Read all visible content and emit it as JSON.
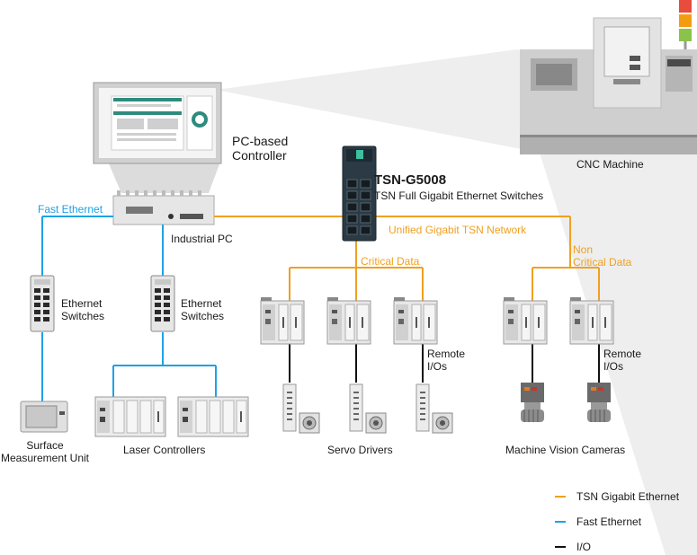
{
  "pc_controller": "PC-based\nController",
  "industrial_pc": "Industrial PC",
  "cnc_machine": "CNC Machine",
  "switch_model": "TSN-G5008",
  "switch_desc": "TSN Full Gigabit Ethernet Switches",
  "fast_ethernet": "Fast Ethernet",
  "tsn_network": "Unified Gigabit TSN Network",
  "critical_data": "Critical Data",
  "non_critical_data": "Non\nCritical Data",
  "ethernet_switches_1": "Ethernet\nSwitches",
  "ethernet_switches_2": "Ethernet\nSwitches",
  "remote_ios_1": "Remote\nI/Os",
  "remote_ios_2": "Remote\nI/Os",
  "surface_unit": "Surface\nMeasurement Unit",
  "laser_controllers": "Laser Controllers",
  "servo_drivers": "Servo Drivers",
  "vision_cameras": "Machine Vision Cameras",
  "legend": [
    {
      "label": "TSN Gigabit Ethernet",
      "color": "#f0a020"
    },
    {
      "label": "Fast Ethernet",
      "color": "#1ea1e6"
    },
    {
      "label": "I/O",
      "color": "#111111"
    }
  ]
}
